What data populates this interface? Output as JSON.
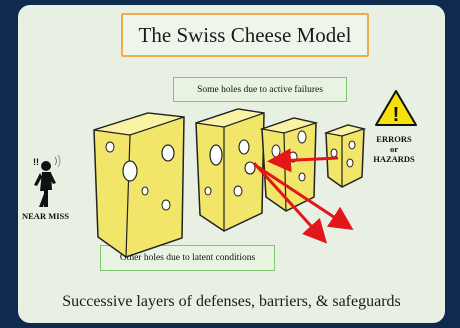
{
  "title": "The Swiss Cheese Model",
  "active_label": "Some holes due to active failures",
  "latent_label": "Other holes due to latent conditions",
  "caption": "Successive layers of defenses, barriers, & safeguards",
  "near_miss": "NEAR MISS",
  "hazards": {
    "line1": "ERRORS",
    "line2": "or",
    "line3": "HAZARDS"
  },
  "warning_symbol": "!",
  "colors": {
    "background": "#0f2a4d",
    "panel": "#e7f0e2",
    "title_border": "#f1a94c",
    "label_border": "#7cc96e",
    "cheese": "#f1e66a",
    "arrow": "#e3161a"
  }
}
